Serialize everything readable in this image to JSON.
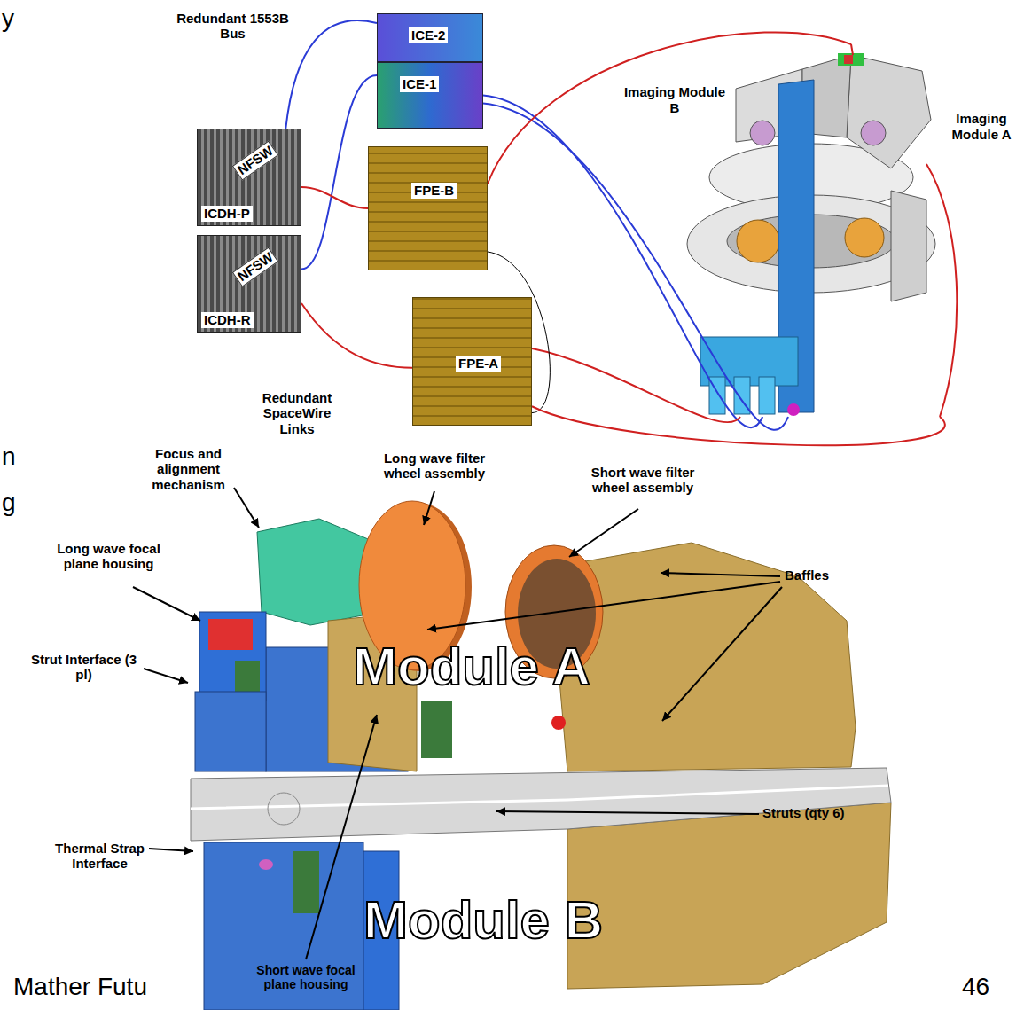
{
  "diagram": {
    "nodes": [
      {
        "text": [
          "ICE-2"
        ]
      },
      {
        "text": [
          "ICE-1"
        ]
      },
      {
        "text": [
          "NFSW",
          "ICDH-P"
        ]
      },
      {
        "text": [
          "FPE-B"
        ]
      },
      {
        "text": [
          "NFSW",
          "ICDH-R"
        ]
      },
      {
        "text": [
          "FPE-A"
        ]
      },
      {
        "text": [
          "Imaging Module B",
          "Imaging Module A"
        ]
      }
    ],
    "edges": [
      {
        "from": 2,
        "to": 0,
        "arrow": "none"
      },
      {
        "from": 4,
        "to": 1,
        "arrow": "none"
      },
      {
        "from": 1,
        "to": 6,
        "arrow": "none"
      },
      {
        "from": 1,
        "to": 6,
        "arrow": "none"
      },
      {
        "from": 2,
        "to": 3,
        "arrow": "none"
      },
      {
        "from": 4,
        "to": 5,
        "arrow": "none"
      },
      {
        "from": 3,
        "to": 6,
        "arrow": "none"
      },
      {
        "from": 5,
        "to": 6,
        "arrow": "none"
      },
      {
        "from": 3,
        "to": 5,
        "arrow": "none"
      },
      {
        "from": 5,
        "to": 6,
        "arrow": "none"
      }
    ],
    "labels": [
      "Redundant 1553B Bus",
      "Redundant SpaceWire Links",
      "y",
      "n",
      "g",
      "Focus and alignment mechanism",
      "Long wave filter wheel assembly",
      "Short wave filter wheel assembly",
      "Long wave focal plane housing",
      "Baffles",
      "Strut Interface (3 pl)",
      "Module A",
      "Struts (qty 6)",
      "Thermal Strap Interface",
      "Module B",
      "Short wave focal plane housing",
      "Mather Futu",
      "46"
    ]
  }
}
